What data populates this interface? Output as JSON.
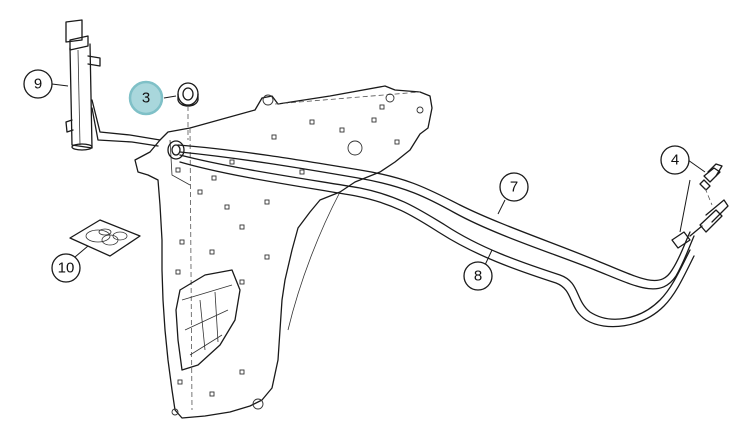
{
  "callouts": [
    {
      "id": "9",
      "label": "9",
      "highlighted": false
    },
    {
      "id": "3",
      "label": "3",
      "highlighted": true
    },
    {
      "id": "4",
      "label": "4",
      "highlighted": false
    },
    {
      "id": "7",
      "label": "7",
      "highlighted": false
    },
    {
      "id": "8",
      "label": "8",
      "highlighted": false
    },
    {
      "id": "10",
      "label": "10",
      "highlighted": false
    }
  ],
  "colors": {
    "line": "#1a1a1a",
    "highlight_fill": "#a9d7dc",
    "highlight_stroke": "#7fc0c7"
  }
}
